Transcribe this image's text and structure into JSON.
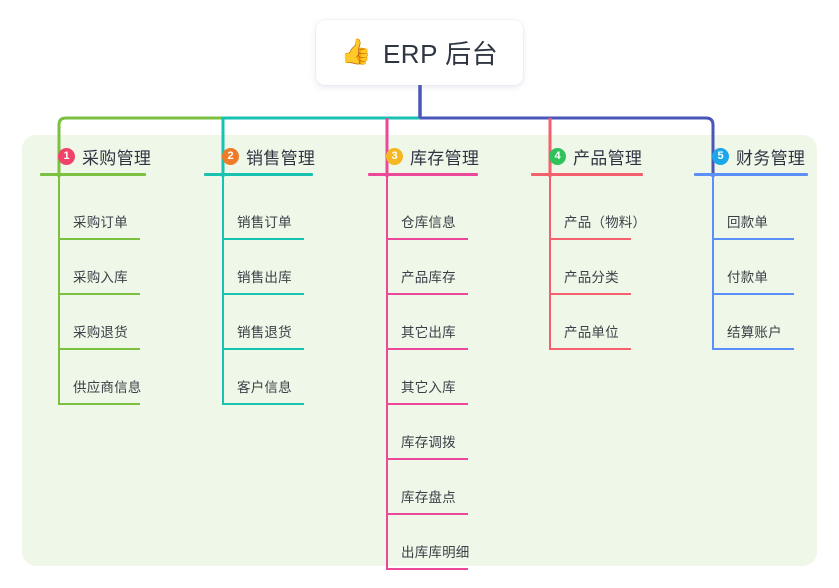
{
  "diagram": {
    "type": "mindmap",
    "background": "#ffffff",
    "panel_color": "#eef7e8",
    "root": {
      "icon": "thumbs-up-icon",
      "emoji": "👍",
      "title": "ERP 后台",
      "stem_color": "#4a56b8"
    },
    "bus": {
      "segments": [
        {
          "name": "bus-green",
          "color": "#7ac142"
        },
        {
          "name": "bus-teal",
          "color": "#18c2b0"
        },
        {
          "name": "bus-indigo",
          "color": "#4a56b8"
        }
      ]
    },
    "branches": [
      {
        "index": "1",
        "title": "采购管理",
        "color": "#7ac142",
        "badge_color": "#f0436a",
        "children": [
          "采购订单",
          "采购入库",
          "采购退货",
          "供应商信息"
        ]
      },
      {
        "index": "2",
        "title": "销售管理",
        "color": "#18c2b0",
        "badge_color": "#f07b28",
        "children": [
          "销售订单",
          "销售出库",
          "销售退货",
          "客户信息"
        ]
      },
      {
        "index": "3",
        "title": "库存管理",
        "color": "#ec4899",
        "badge_color": "#f5b722",
        "children": [
          "仓库信息",
          "产品库存",
          "其它出库",
          "其它入库",
          "库存调拨",
          "库存盘点",
          "出库库明细"
        ]
      },
      {
        "index": "4",
        "title": "产品管理",
        "color": "#f4606c",
        "badge_color": "#2fc25b",
        "children": [
          "产品（物料）",
          "产品分类",
          "产品单位"
        ]
      },
      {
        "index": "5",
        "title": "财务管理",
        "color": "#5b8ff9",
        "badge_color": "#1ca8e8",
        "children": [
          "回款单",
          "付款单",
          "结算账户"
        ]
      }
    ]
  }
}
